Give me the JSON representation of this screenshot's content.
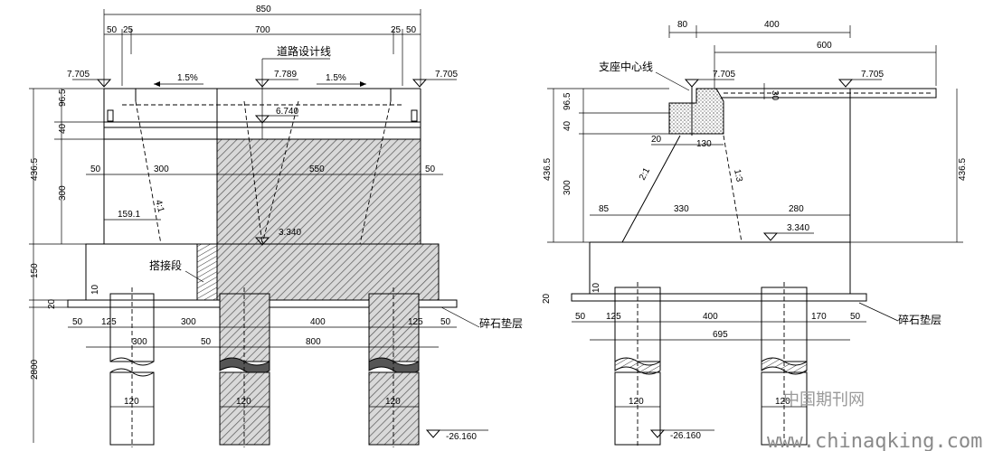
{
  "left_view": {
    "dims_top": {
      "total": "850",
      "a": "50",
      "b": "25",
      "mid": "700",
      "c": "25",
      "d": "50"
    },
    "road_design_line": "道路设计线",
    "elevations": {
      "left": "7.705",
      "center": "7.789",
      "right": "7.705",
      "inner": "6.740",
      "base": "3.340",
      "bottom": "-26.160"
    },
    "slopes": {
      "left": "1.5%",
      "right": "1.5%",
      "diag": "4:1"
    },
    "dims_left": {
      "a": "96.5",
      "b": "40",
      "c": "436.5",
      "d": "300",
      "e": "150",
      "f": "20",
      "g": "2800",
      "h": "10"
    },
    "dims_mid": {
      "a": "50",
      "b": "300",
      "c": "550",
      "d": "50",
      "e": "159.1"
    },
    "dims_bottom": {
      "a": "50",
      "b": "125",
      "c": "300",
      "d": "400",
      "e": "125",
      "f": "50",
      "g": "300",
      "h": "50",
      "i": "800",
      "pile1": "120",
      "pile2": "120",
      "pile3": "120"
    },
    "approach_slab": "搭接段",
    "gravel_layer": "碎石垫层"
  },
  "right_view": {
    "dims_top": {
      "a": "80",
      "b": "400",
      "c": "600"
    },
    "bearing_center": "支座中心线",
    "elevations": {
      "top_left": "7.705",
      "top_right": "7.705",
      "base": "3.340",
      "bottom": "-26.160"
    },
    "dims_left": {
      "a": "96.5",
      "b": "40",
      "c": "436.5",
      "d": "300",
      "e": "20",
      "f": "10"
    },
    "dims_right": {
      "a": "436.5",
      "b": "30"
    },
    "dims_corbel": {
      "a": "20",
      "b": "130"
    },
    "slopes": {
      "left": "2:1",
      "right": "1:3"
    },
    "dims_mid": {
      "a": "85",
      "b": "330",
      "c": "280"
    },
    "dims_bottom": {
      "a": "50",
      "b": "125",
      "c": "400",
      "d": "170",
      "e": "50",
      "f": "695",
      "pile1": "120",
      "pile2": "120"
    },
    "gravel_layer": "碎石垫层"
  },
  "watermark": {
    "cn": "中国期刊网",
    "url": "www.chinaqking.com"
  }
}
